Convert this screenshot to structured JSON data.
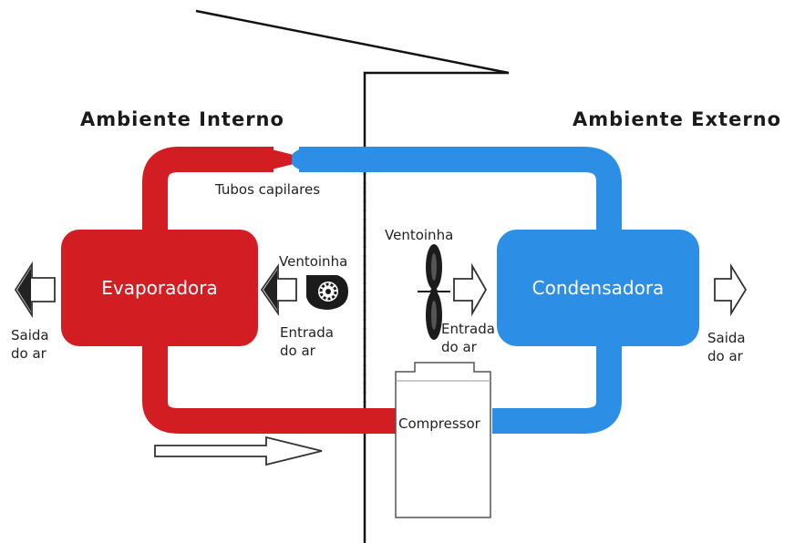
{
  "labels": {
    "internal_side": "Ambiente Interno",
    "external_side": "Ambiente Externo",
    "capillary_tubes": "Tubos capilares",
    "evaporator": "Evaporadora",
    "condenser": "Condensadora",
    "compressor": "Compressor",
    "fan_internal": "Ventoinha",
    "fan_external": "Ventoinha",
    "air_inlet_internal": [
      "Entrada",
      "do ar"
    ],
    "air_inlet_external": [
      "Entrada",
      "do ar"
    ],
    "air_outlet_internal": [
      "Saida",
      "do ar"
    ],
    "air_outlet_external": [
      "Saida",
      "do ar"
    ]
  },
  "colors": {
    "hot_side": "#d21e22",
    "cold_side": "#2d8ee6",
    "line": "#111111",
    "arrow_outline": "#333333"
  }
}
